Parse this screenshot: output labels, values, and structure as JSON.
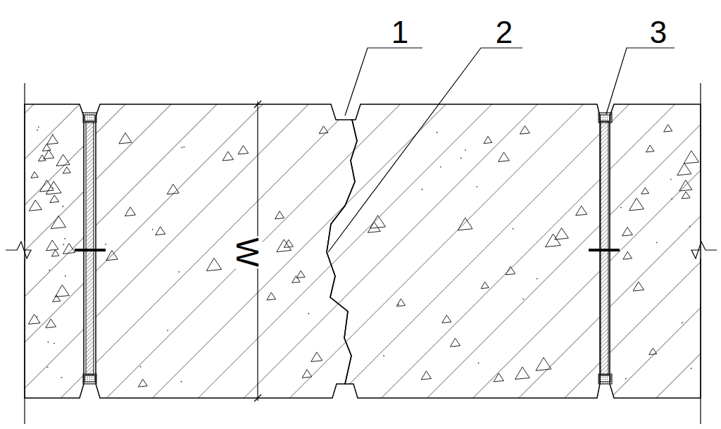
{
  "diagram": {
    "labels": [
      "1",
      "2",
      "3",
      "W"
    ]
  }
}
